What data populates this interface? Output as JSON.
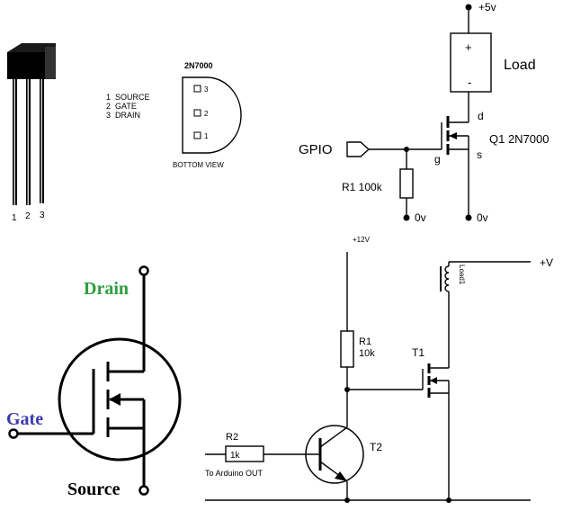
{
  "package": {
    "pin_numbers": [
      "1",
      "2",
      "3"
    ],
    "pinout": [
      "1  SOURCE",
      "2  GATE",
      "3  DRAIN"
    ],
    "part_name": "2N7000",
    "view_label": "BOTTOM VIEW",
    "pad_labels": [
      "3",
      "2",
      "1"
    ]
  },
  "circuit1": {
    "supply": "+5v",
    "load_label": "Load",
    "load_plus": "+",
    "load_minus": "-",
    "drain": "d",
    "transistor": "Q1 2N7000",
    "gate": "g",
    "source": "s",
    "input": "GPIO",
    "resistor": "R1 100k",
    "ground_left": "0v",
    "ground_right": "0v"
  },
  "symbol": {
    "drain": "Drain",
    "gate": "Gate",
    "source": "Source",
    "colors": {
      "drain": "#2e9e3e",
      "gate": "#3a3ab0",
      "source": "#000000"
    }
  },
  "circuit2": {
    "supply_12v": "+12V",
    "supply_v": "+V",
    "r1_name": "R1",
    "r1_value": "10k",
    "t1": "T1",
    "t2": "T2",
    "load": "Load1",
    "r2_name": "R2",
    "r2_value": "1k",
    "input_label": "To Arduino OUT"
  }
}
